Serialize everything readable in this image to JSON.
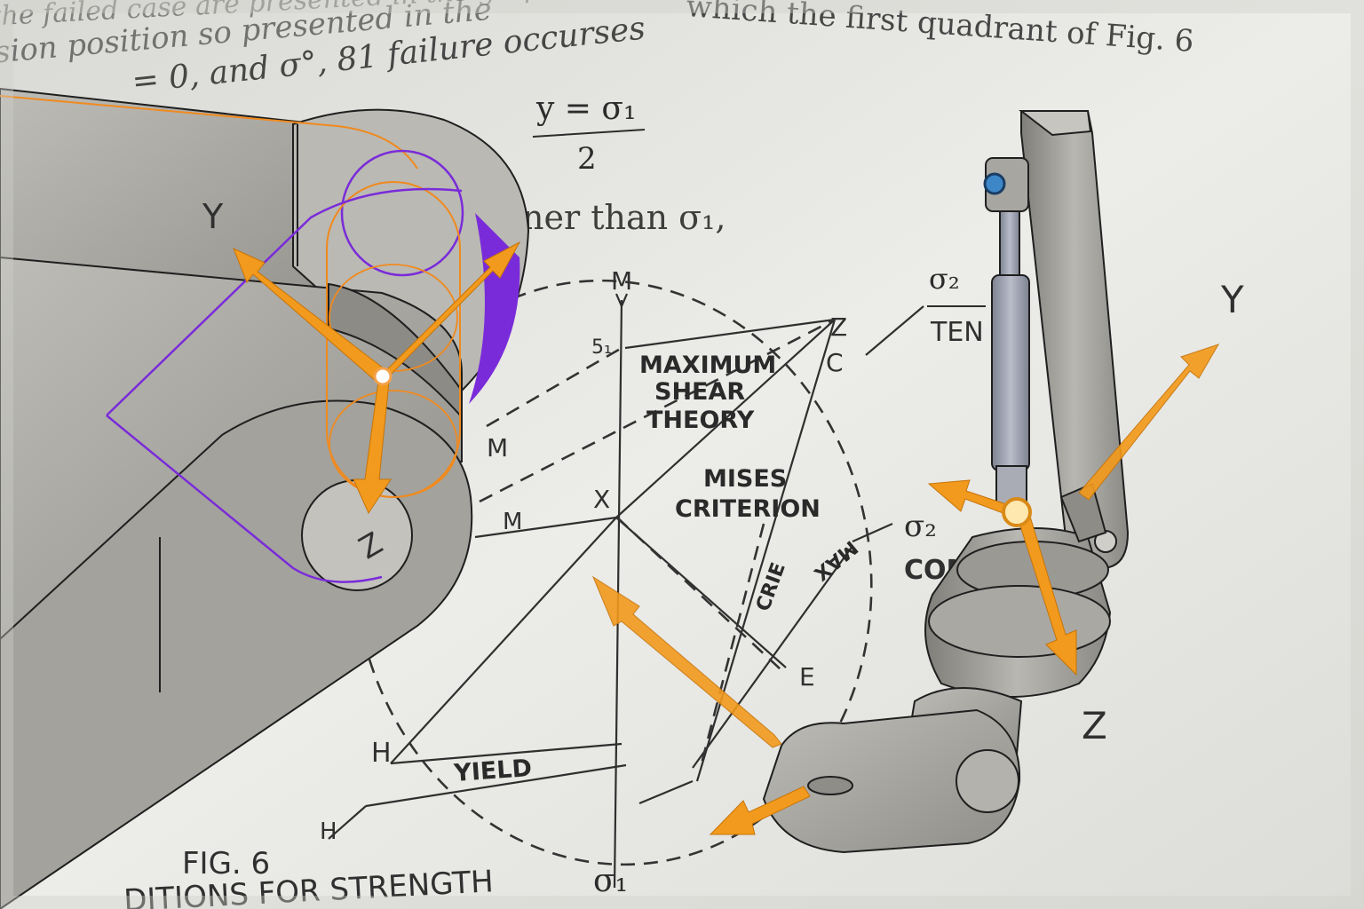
{
  "page_text": {
    "line1": "the failed case are presented in the graph",
    "line2": "sion position so presented in the",
    "line2b": "which the first quadrant of Fig. 6",
    "line3": "= 0, and σ°, 81 failure occurses",
    "line4": "ner than σ₁,",
    "eq_top": "y = σ₁",
    "eq_bottom": "2"
  },
  "diagram_labels": {
    "m_top": "M",
    "m_left": "M",
    "m_mid": "M",
    "s1": "5₁",
    "z": "Z",
    "c": "C",
    "x": "X",
    "e": "E",
    "h1": "H",
    "h2": "H",
    "max_shear_1": "MAXIMUM",
    "max_shear_2": "SHEAR",
    "max_shear_3": "THEORY",
    "mises_1": "MISES",
    "mises_2": "CRITERION",
    "yield": "YIELD",
    "sigma2_top": "σ₂",
    "ten": "TEN",
    "sigma2_bottom": "σ₂",
    "com": "COM",
    "max_rot": "MAX",
    "crit_rot": "CRIE",
    "sigma1": "σ₁",
    "fig": "FIG. 6",
    "caption": "DITIONS FOR STRENGTH"
  },
  "gizmo_left": {
    "y_label": "Y",
    "z_label": "Z"
  },
  "gizmo_right": {
    "y_label": "Y",
    "z_label": "Z"
  },
  "colors": {
    "arrow": "#f29a1d",
    "selection_purple": "#7a2bd9",
    "selection_orange": "#f08a1e",
    "metal": "#a9a8a3",
    "paper": "#e9e9e6"
  }
}
